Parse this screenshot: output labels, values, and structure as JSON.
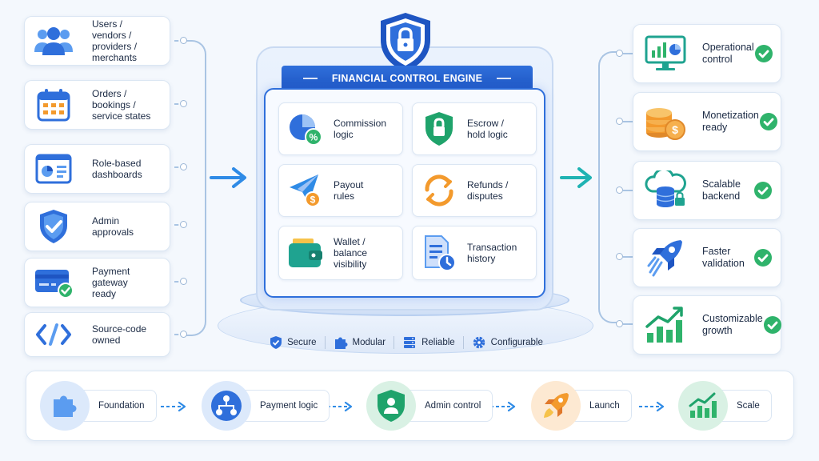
{
  "inputs": [
    {
      "label": "Users /\nvendors /\nproviders /\nmerchants",
      "icon": "users-group-icon"
    },
    {
      "label": "Orders /\nbookings /\nservice states",
      "icon": "calendar-icon"
    },
    {
      "label": "Role-based\ndashboards",
      "icon": "dashboard-icon"
    },
    {
      "label": "Admin\napprovals",
      "icon": "shield-check-icon"
    },
    {
      "label": "Payment\ngateway\nready",
      "icon": "credit-card-icon"
    },
    {
      "label": "Source-code\nowned",
      "icon": "code-brackets-icon"
    }
  ],
  "engine": {
    "title": "FINANCIAL CONTROL ENGINE",
    "modules": [
      {
        "label": "Commission\nlogic",
        "icon": "pie-percent-icon"
      },
      {
        "label": "Escrow /\nhold logic",
        "icon": "lock-shield-icon"
      },
      {
        "label": "Payout\nrules",
        "icon": "paper-plane-coin-icon"
      },
      {
        "label": "Refunds /\ndisputes",
        "icon": "refresh-arrows-icon"
      },
      {
        "label": "Wallet /\nbalance\nvisibility",
        "icon": "wallet-icon"
      },
      {
        "label": "Transaction\nhistory",
        "icon": "document-clock-icon"
      }
    ],
    "features": [
      {
        "label": "Secure",
        "icon": "shield-icon"
      },
      {
        "label": "Modular",
        "icon": "puzzle-icon"
      },
      {
        "label": "Reliable",
        "icon": "server-icon"
      },
      {
        "label": "Configurable",
        "icon": "gear-icon"
      }
    ]
  },
  "outputs": [
    {
      "label": "Operational\ncontrol",
      "icon": "monitor-chart-icon"
    },
    {
      "label": "Monetization\nready",
      "icon": "coins-icon"
    },
    {
      "label": "Scalable\nbackend",
      "icon": "cloud-database-icon"
    },
    {
      "label": "Faster\nvalidation",
      "icon": "rocket-icon"
    },
    {
      "label": "Customizable\ngrowth",
      "icon": "growth-chart-icon"
    }
  ],
  "roadmap": [
    {
      "label": "Foundation",
      "icon": "puzzle-icon"
    },
    {
      "label": "Payment logic",
      "icon": "hierarchy-icon"
    },
    {
      "label": "Admin control",
      "icon": "user-shield-icon"
    },
    {
      "label": "Launch",
      "icon": "rocket-icon"
    },
    {
      "label": "Scale",
      "icon": "growth-chart-icon"
    }
  ],
  "colors": {
    "primary": "#2f6fdb",
    "accent_green": "#2fb36b",
    "accent_orange": "#f39a2d",
    "teal": "#1fb3b3"
  }
}
